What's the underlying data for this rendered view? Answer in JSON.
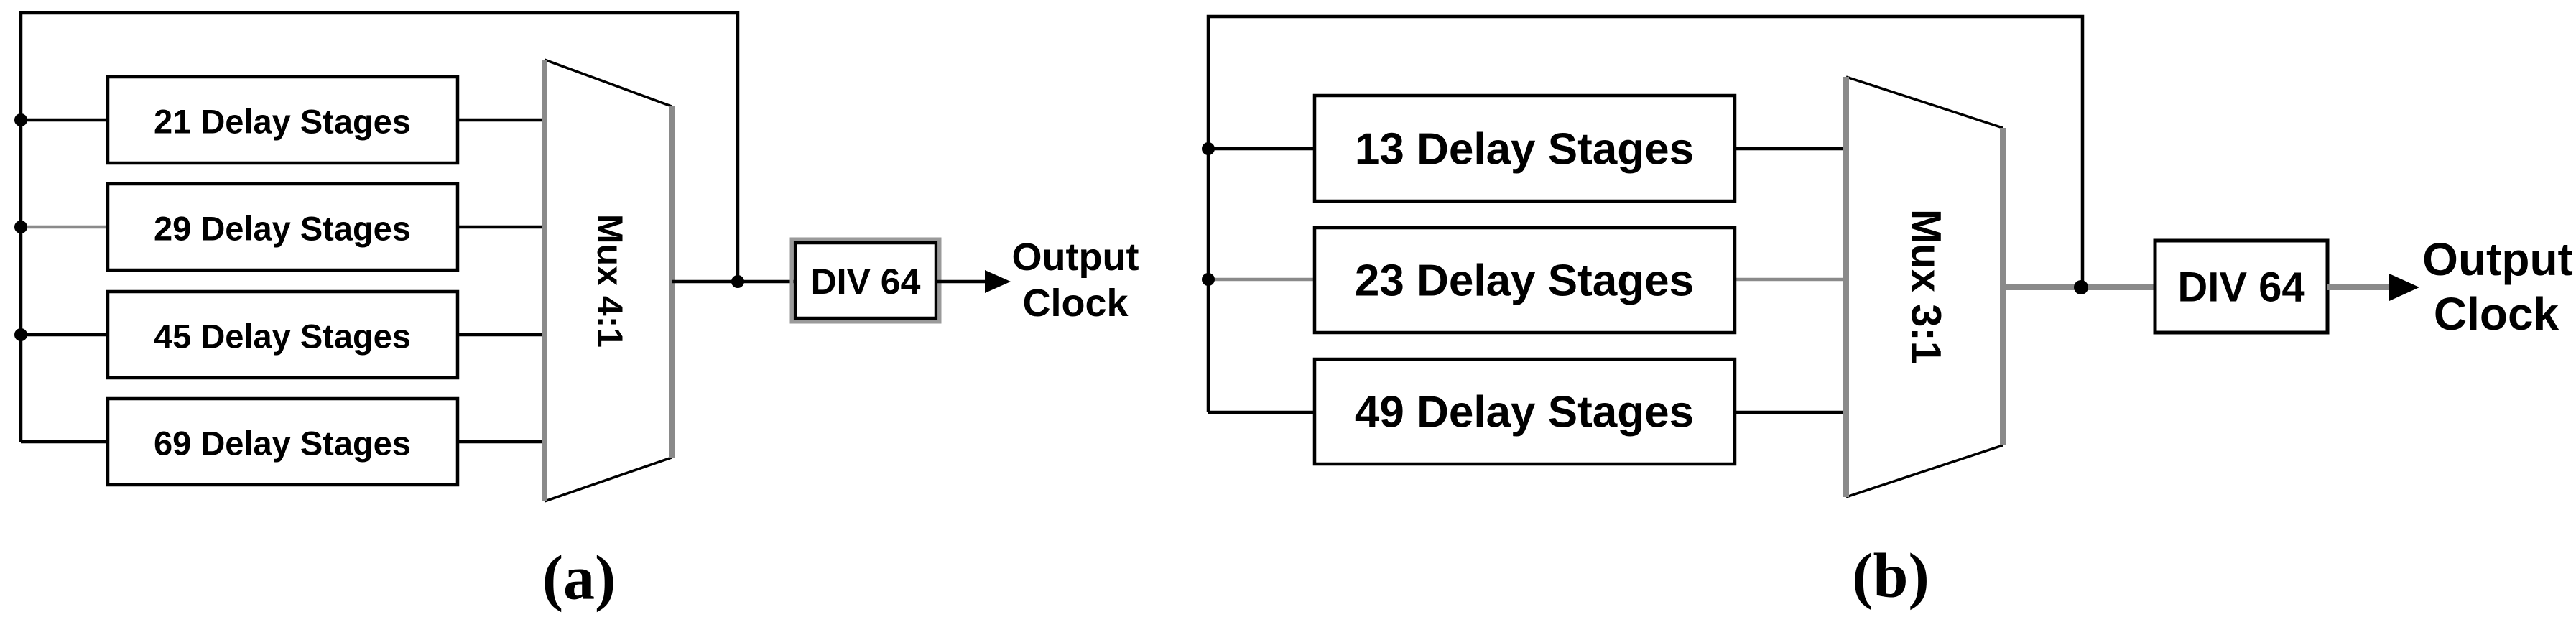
{
  "colors": {
    "wire": "#000000",
    "gray_wire": "#8a8a8a",
    "box_fill": "#ffffff",
    "background": "#ffffff",
    "text": "#000000"
  },
  "diagram_a": {
    "figure_label": "(a)",
    "delay_stages": [
      "21 Delay Stages",
      "29 Delay Stages",
      "45 Delay Stages",
      "69 Delay Stages"
    ],
    "mux_label": "Mux 4:1",
    "divider_label": "DIV 64",
    "output_label": [
      "Output",
      "Clock"
    ]
  },
  "diagram_b": {
    "figure_label": "(b)",
    "delay_stages": [
      "13 Delay Stages",
      "23 Delay Stages",
      "49 Delay Stages"
    ],
    "mux_label": "Mux 3:1",
    "divider_label": "DIV 64",
    "output_label": [
      "Output",
      "Clock"
    ]
  }
}
